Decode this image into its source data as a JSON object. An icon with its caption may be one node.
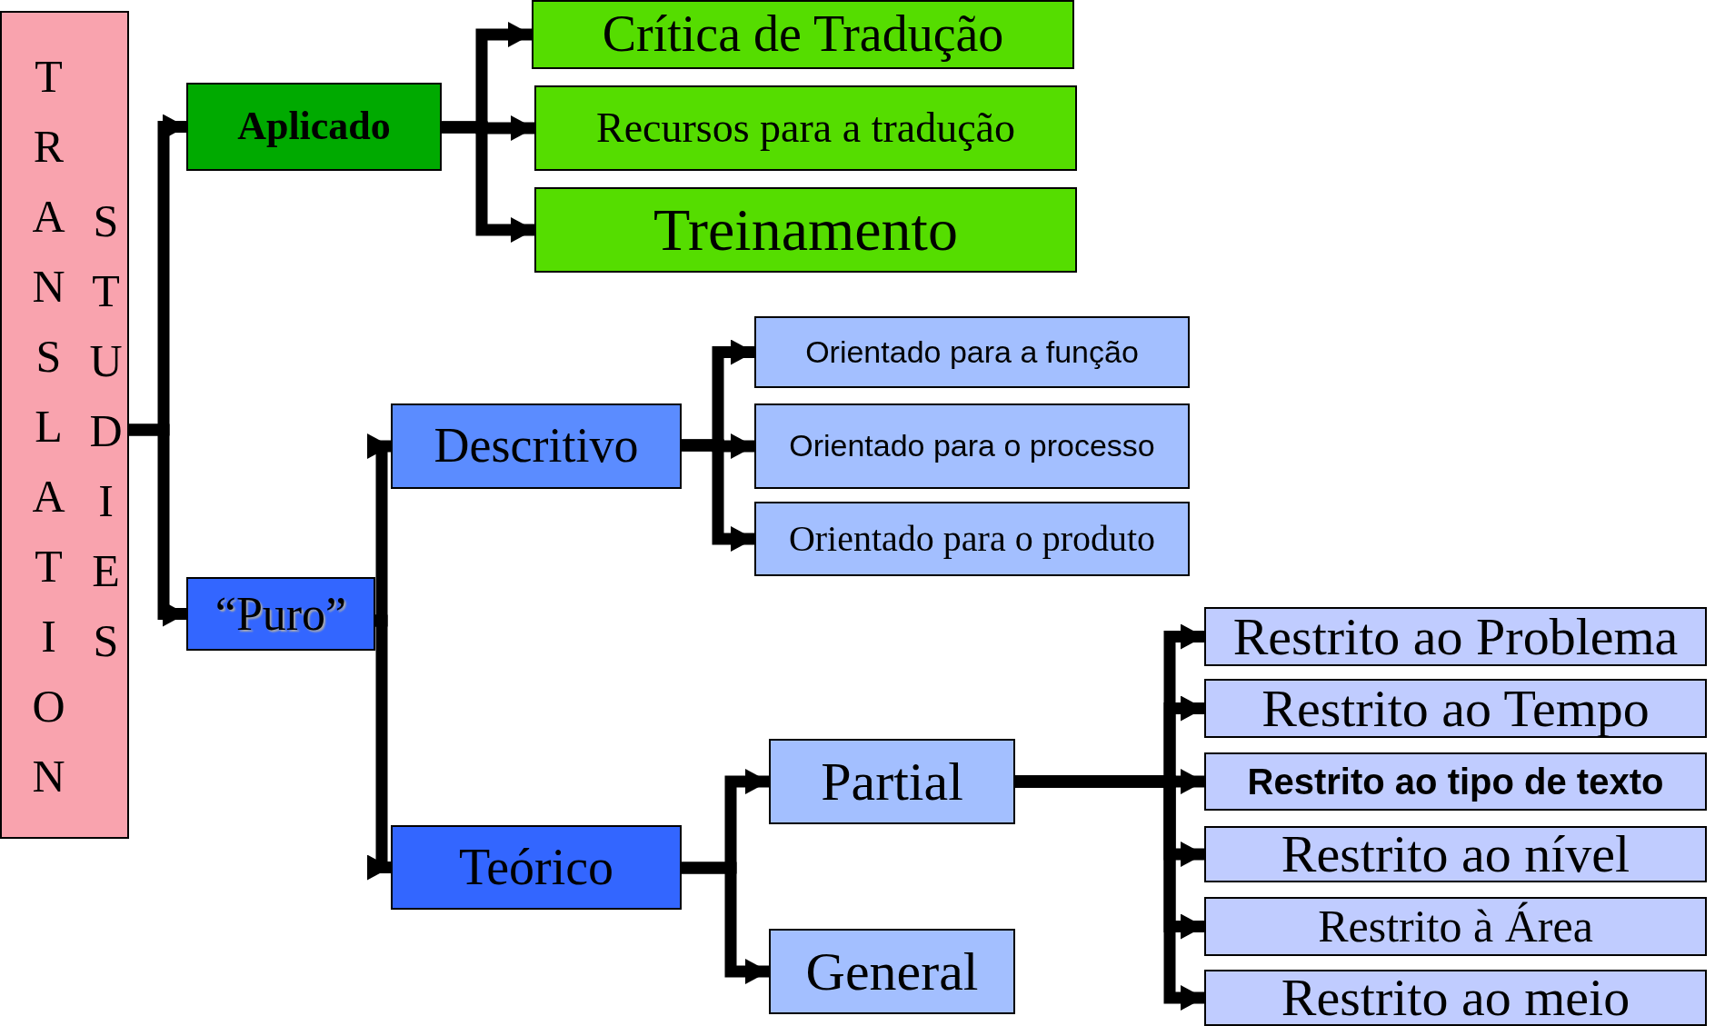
{
  "diagram": {
    "nodes": [
      {
        "text": [
          "TRANSLATION",
          "STUDIES"
        ]
      },
      {
        "text": [
          "Aplicado"
        ]
      },
      {
        "text": [
          "Crítica de Tradução"
        ]
      },
      {
        "text": [
          "Recursos para a tradução"
        ]
      },
      {
        "text": [
          "Treinamento"
        ]
      },
      {
        "text": [
          "“Puro”"
        ]
      },
      {
        "text": [
          "Descritivo"
        ]
      },
      {
        "text": [
          "Orientado para a função"
        ]
      },
      {
        "text": [
          "Orientado para o processo"
        ]
      },
      {
        "text": [
          "Orientado para o produto"
        ]
      },
      {
        "text": [
          "Teórico"
        ]
      },
      {
        "text": [
          "Partial"
        ]
      },
      {
        "text": [
          "General"
        ]
      },
      {
        "text": [
          "Restrito ao Problema"
        ]
      },
      {
        "text": [
          "Restrito ao Tempo"
        ]
      },
      {
        "text": [
          "Restrito ao tipo de texto"
        ]
      },
      {
        "text": [
          "Restrito ao nível"
        ]
      },
      {
        "text": [
          "Restrito à Área"
        ]
      },
      {
        "text": [
          "Restrito ao meio"
        ]
      }
    ],
    "edges": [
      {
        "from": 0,
        "to": 1,
        "arrow": "to"
      },
      {
        "from": 0,
        "to": 5,
        "arrow": "to"
      },
      {
        "from": 1,
        "to": 2,
        "arrow": "to"
      },
      {
        "from": 1,
        "to": 3,
        "arrow": "to"
      },
      {
        "from": 1,
        "to": 4,
        "arrow": "to"
      },
      {
        "from": 5,
        "to": 6,
        "arrow": "to"
      },
      {
        "from": 5,
        "to": 10,
        "arrow": "to"
      },
      {
        "from": 6,
        "to": 7,
        "arrow": "to"
      },
      {
        "from": 6,
        "to": 8,
        "arrow": "to"
      },
      {
        "from": 6,
        "to": 9,
        "arrow": "to"
      },
      {
        "from": 10,
        "to": 11,
        "arrow": "to"
      },
      {
        "from": 10,
        "to": 12,
        "arrow": "to"
      },
      {
        "from": 11,
        "to": 13,
        "arrow": "to"
      },
      {
        "from": 11,
        "to": 14,
        "arrow": "to"
      },
      {
        "from": 11,
        "to": 15,
        "arrow": "to"
      },
      {
        "from": 11,
        "to": 16,
        "arrow": "to"
      },
      {
        "from": 11,
        "to": 17,
        "arrow": "to"
      },
      {
        "from": 11,
        "to": 18,
        "arrow": "to"
      }
    ]
  }
}
